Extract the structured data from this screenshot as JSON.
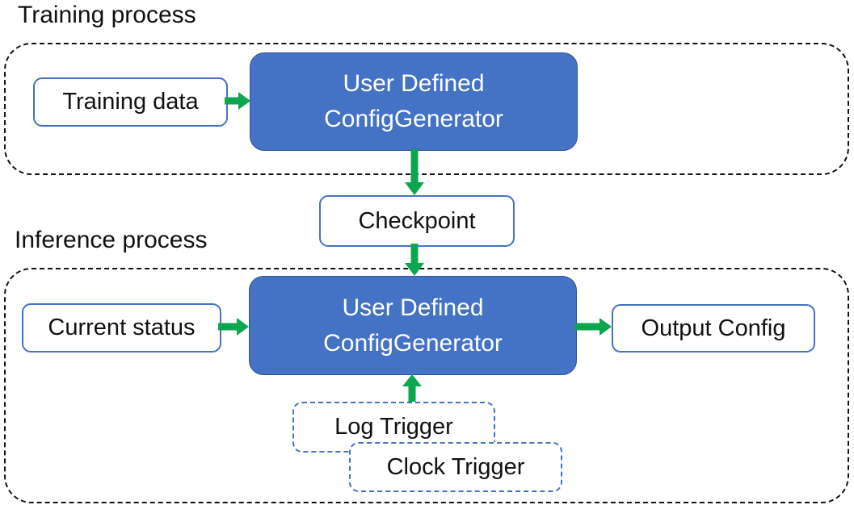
{
  "diagram": {
    "training": {
      "title": "Training process",
      "input_label": "Training data",
      "generator_line1": "User Defined",
      "generator_line2": "ConfigGenerator"
    },
    "checkpoint_label": "Checkpoint",
    "inference": {
      "title": "Inference process",
      "input_label": "Current status",
      "generator_line1": "User Defined",
      "generator_line2": "ConfigGenerator",
      "output_label": "Output Config",
      "log_trigger_label": "Log Trigger",
      "clock_trigger_label": "Clock Trigger"
    },
    "colors": {
      "generator_fill": "#4472C4",
      "generator_border": "#2F5597",
      "io_box_border": "#4472C4",
      "trigger_border": "#4472C4",
      "arrow_green": "#0CA64F",
      "container_dash": "#111111",
      "text_dark": "#111111",
      "text_on_blue": "#FFFFFF"
    }
  }
}
